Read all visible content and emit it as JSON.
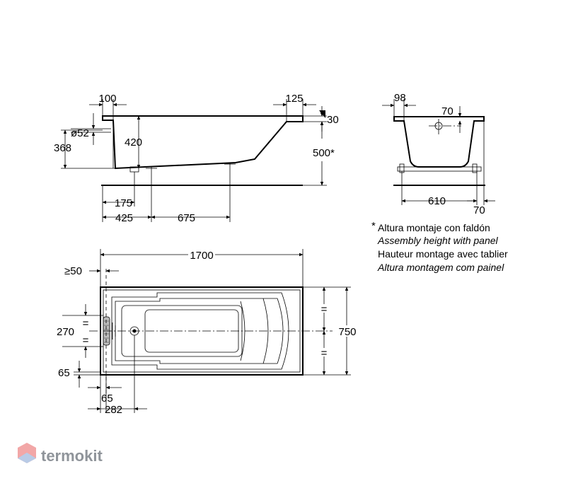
{
  "side_view": {
    "dim_100": "100",
    "dim_125": "125",
    "dim_30": "30",
    "dim_d52": "ø52",
    "dim_368": "368",
    "dim_420": "420",
    "dim_500": "500*",
    "dim_175": "175",
    "dim_425": "425",
    "dim_675": "675"
  },
  "end_view": {
    "dim_98": "98",
    "dim_70_top": "70",
    "dim_610": "610",
    "dim_70_bottom": "70"
  },
  "note": {
    "asterisk": "*",
    "es": "Altura montaje con faldón",
    "en": "Assembly height with panel",
    "fr": "Hauteur montage avec tablier",
    "pt": "Altura montagem com painel"
  },
  "top_view": {
    "dim_1700": "1700",
    "dim_ge50": "≥50",
    "dim_270": "270",
    "dim_750": "750",
    "dim_65_left": "65",
    "dim_65_bottom": "65",
    "dim_282": "282",
    "equal_mark": "="
  },
  "watermark": {
    "text": "termokit",
    "colors": {
      "primary": "#f2a7a7",
      "secondary": "#b9cbe6",
      "text": "#8f949a"
    }
  }
}
